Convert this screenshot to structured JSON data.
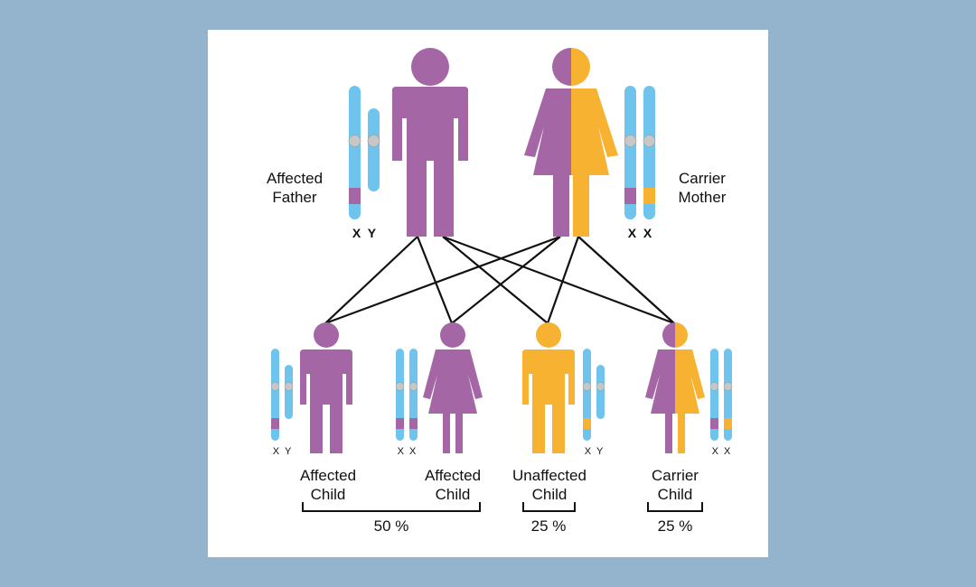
{
  "colors": {
    "affected": "#a466a4",
    "carrier_allele": "#f8b232",
    "chromosome": "#6fc4ee",
    "background": "#93b4cc",
    "panel": "#ffffff"
  },
  "parents": {
    "father": {
      "label_line1": "Affected",
      "label_line2": "Father",
      "chromosomes": "X  Y"
    },
    "mother": {
      "label_line1": "Carrier",
      "label_line2": "Mother",
      "chromosomes": "X  X"
    }
  },
  "children": [
    {
      "label_line1": "Affected",
      "label_line2": "Child",
      "chromosomes": "X  Y"
    },
    {
      "label_line1": "Affected",
      "label_line2": "Child",
      "chromosomes": "X  X"
    },
    {
      "label_line1": "Unaffected",
      "label_line2": "Child",
      "chromosomes": "X  Y"
    },
    {
      "label_line1": "Carrier",
      "label_line2": "Child",
      "chromosomes": "X  X"
    }
  ],
  "probabilities": [
    {
      "value": "50 %"
    },
    {
      "value": "25 %"
    },
    {
      "value": "25 %"
    }
  ]
}
